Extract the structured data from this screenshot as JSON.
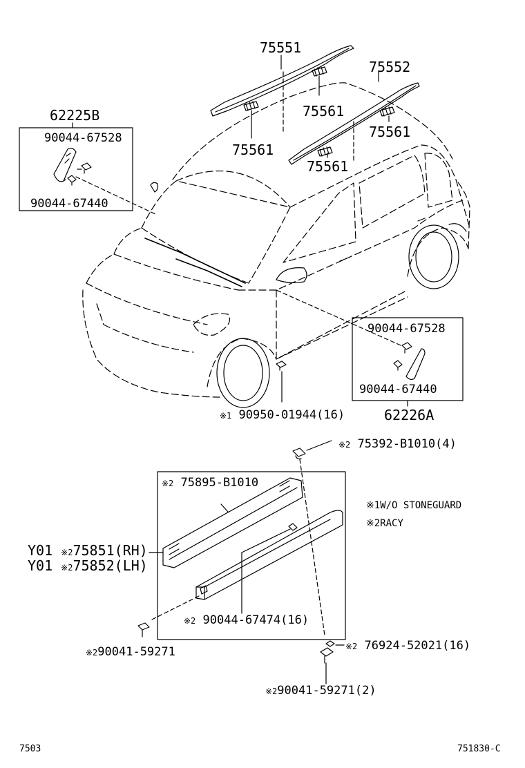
{
  "parts": {
    "p75551": "75551",
    "p75552": "75552",
    "p75561_a": "75561",
    "p75561_b": "75561",
    "p75561_c": "75561",
    "p75561_d": "75561",
    "p62225B": "62225B",
    "p62226A": "62226A",
    "box1_top": "90044-67528",
    "box1_bottom": "90044-67440",
    "box2_top": "90044-67528",
    "box2_bottom": "90044-67440",
    "clip_90950": "90950-01944(16)",
    "clip_75392": "75392-B1010(4)",
    "pad_75895": "75895-B1010",
    "y01_a": "Y01",
    "y01_b": "Y01",
    "rocker_rh": "75851(RH)",
    "rocker_lh": "75852(LH)",
    "clip_90044_67474": "90044-67474(16)",
    "screw_90041_left": "90041-59271",
    "nut_76924": "76924-52021(16)",
    "screw_90041_bottom": "90041-59271(2)"
  },
  "marks": {
    "m1": "※1",
    "m2": "※2"
  },
  "legend": {
    "note1_mark": "※1",
    "note1_text": "W/O STONEGUARD",
    "note2_mark": "※2",
    "note2_text": "RACY"
  },
  "footer": {
    "left_code": "7503",
    "right_code": "751830-C"
  }
}
